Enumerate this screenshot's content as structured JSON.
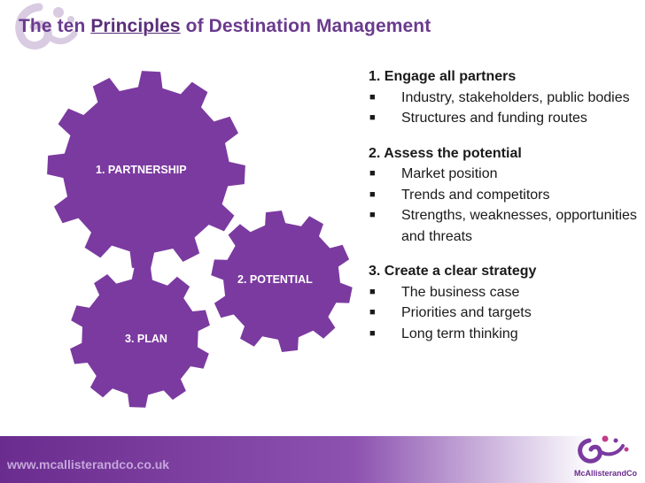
{
  "title": {
    "prefix": "The ten ",
    "highlight": "Principles",
    "suffix": " of Destination Management"
  },
  "gears": [
    {
      "label": "1. PARTNERSHIP"
    },
    {
      "label": "2. POTENTIAL"
    },
    {
      "label": "3. PLAN"
    }
  ],
  "sections": [
    {
      "heading": "1. Engage all partners",
      "items": [
        "Industry, stakeholders, public bodies",
        "Structures and funding routes"
      ]
    },
    {
      "heading": "2. Assess the potential",
      "items": [
        "Market position",
        "Trends and competitors",
        "Strengths, weaknesses, opportunities and threats"
      ]
    },
    {
      "heading": "3. Create a clear strategy",
      "items": [
        "The business case",
        "Priorities and targets",
        "Long term thinking"
      ]
    }
  ],
  "footer": {
    "url": "www.mcallisterandco.co.uk",
    "logo_text": "McAllisterandCo"
  },
  "colors": {
    "gear_fill": "#7b3aa0",
    "title": "#6b3b8e",
    "footer_start": "#6a2c8e"
  }
}
